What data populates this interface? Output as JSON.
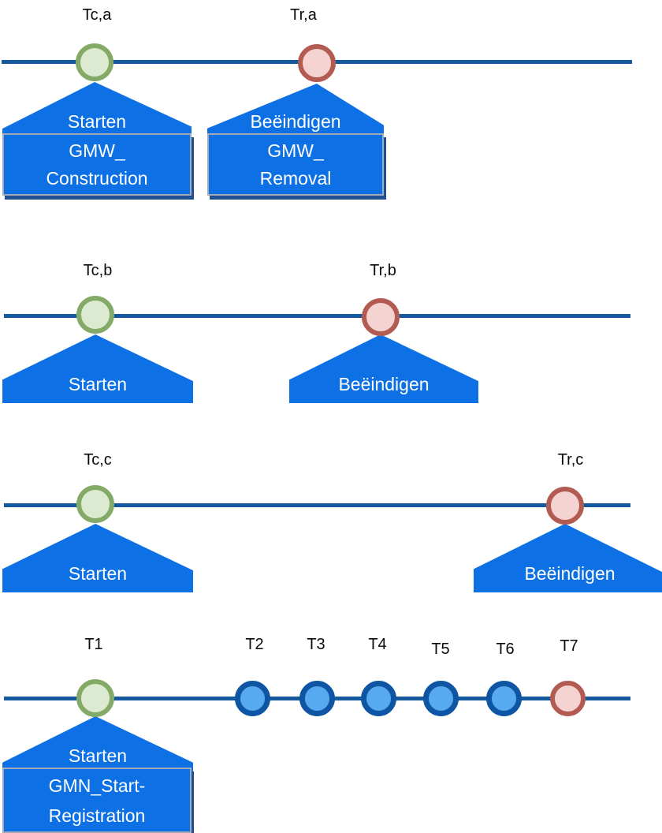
{
  "colors": {
    "timeline_line": "#15599f",
    "shape_blue": "#0d70e4",
    "box_border_gray": "#a3abb8",
    "box_shadow_navy": "#1d5191",
    "start_marker_ring": "#83aa66",
    "start_marker_fill": "#dcead1",
    "end_marker_ring": "#b25b52",
    "end_marker_fill": "#f4d3d0",
    "mid_marker_ring": "#0e55a4",
    "mid_marker_fill": "#57a9f0",
    "label_text": "#0a0a0a",
    "shape_text": "#ffffff"
  },
  "timelines": [
    {
      "id": "a",
      "events": [
        {
          "label": "Tc,a",
          "marker": "green-start",
          "callout": "Starten",
          "box": [
            "GMW_",
            "Construction"
          ]
        },
        {
          "label": "Tr,a",
          "marker": "red-end",
          "callout": "Beëindigen",
          "box": [
            "GMW_",
            "Removal"
          ]
        }
      ]
    },
    {
      "id": "b",
      "events": [
        {
          "label": "Tc,b",
          "marker": "green-start",
          "callout": "Starten"
        },
        {
          "label": "Tr,b",
          "marker": "red-end",
          "callout": "Beëindigen"
        }
      ]
    },
    {
      "id": "c",
      "events": [
        {
          "label": "Tc,c",
          "marker": "green-start",
          "callout": "Starten"
        },
        {
          "label": "Tr,c",
          "marker": "red-end",
          "callout": "Beëindigen"
        }
      ]
    },
    {
      "id": "t",
      "events": [
        {
          "label": "T1",
          "marker": "green-start",
          "callout": "Starten",
          "box": [
            "GMN_Start-",
            "Registration"
          ]
        },
        {
          "label": "T2",
          "marker": "blue-intermediate"
        },
        {
          "label": "T3",
          "marker": "blue-intermediate"
        },
        {
          "label": "T4",
          "marker": "blue-intermediate"
        },
        {
          "label": "T5",
          "marker": "blue-intermediate"
        },
        {
          "label": "T6",
          "marker": "blue-intermediate"
        },
        {
          "label": "T7",
          "marker": "red-end"
        }
      ]
    }
  ]
}
